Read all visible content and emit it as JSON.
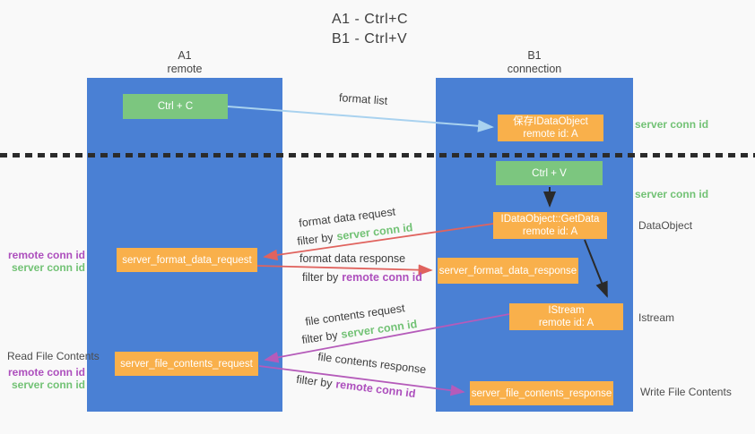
{
  "title": {
    "line1": "A1 - Ctrl+C",
    "line2": "B1 - Ctrl+V"
  },
  "lanes": {
    "a": {
      "id": "A1",
      "role": "remote"
    },
    "b": {
      "id": "B1",
      "role": "connection"
    }
  },
  "nodes": {
    "ctrl_c": {
      "label": "Ctrl + C"
    },
    "ctrl_v": {
      "label": "Ctrl + V"
    },
    "save_idataobject": {
      "line1": "保存IDataObject",
      "line2": "remote id: A"
    },
    "getdata": {
      "line1": "IDataObject::GetData",
      "line2": "remote id: A"
    },
    "istream": {
      "line1": "IStream",
      "line2": "remote id: A"
    },
    "server_format_data_request": {
      "label": "server_format_data_request"
    },
    "server_format_data_response": {
      "label": "server_format_data_response"
    },
    "server_file_contents_request": {
      "label": "server_file_contents_request"
    },
    "server_file_contents_response": {
      "label": "server_file_contents_response"
    }
  },
  "arrow_labels": {
    "format_list": "format list",
    "format_data_request": "format data request",
    "format_data_response": "format data response",
    "file_contents_request": "file contents request",
    "file_contents_response": "file contents response",
    "filter_by": "filter by"
  },
  "side_labels": {
    "server_conn_id": "server conn id",
    "remote_conn_id": "remote conn id",
    "dataobject": "DataObject",
    "istream": "Istream",
    "read_file_contents": "Read File Contents",
    "write_file_contents": "Write File Contents"
  },
  "colors": {
    "lane_blue": "#4a80d4",
    "node_green": "#7cc67f",
    "node_orange": "#f9b04b",
    "arrow_lightblue": "#a9d2ef",
    "arrow_red": "#e0635e",
    "arrow_purple": "#b55bba",
    "arrow_black": "#2a2a2a",
    "text_green": "#72c275",
    "text_purple": "#ad4fbd",
    "dotted_line": "#2b2b2b",
    "background": "#f9f9f9"
  }
}
